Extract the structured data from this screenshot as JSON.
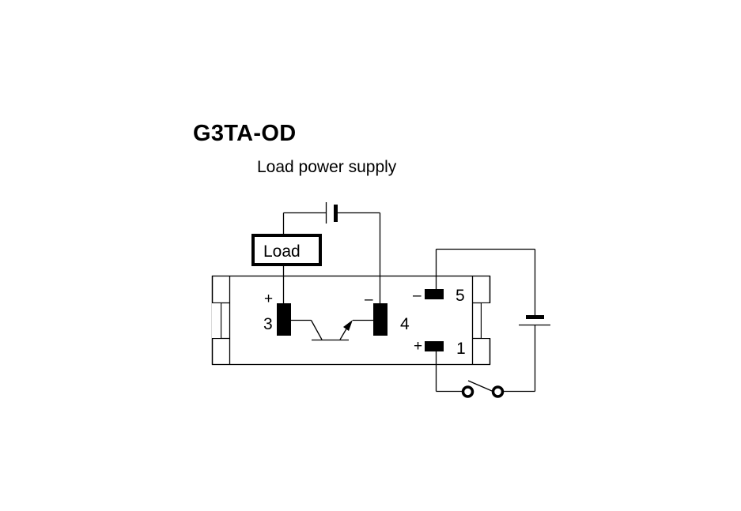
{
  "title": "G3TA-OD",
  "subtitle": "Load power supply",
  "load_label": "Load",
  "terminals": {
    "t3": {
      "number": "3",
      "polarity": "+"
    },
    "t4": {
      "number": "4",
      "polarity": "–"
    },
    "t5": {
      "number": "5",
      "polarity": "–"
    },
    "t1": {
      "number": "1",
      "polarity": "+"
    }
  },
  "components": [
    "load-power-supply-battery",
    "load",
    "phototransistor-output",
    "input-battery",
    "input-switch"
  ]
}
